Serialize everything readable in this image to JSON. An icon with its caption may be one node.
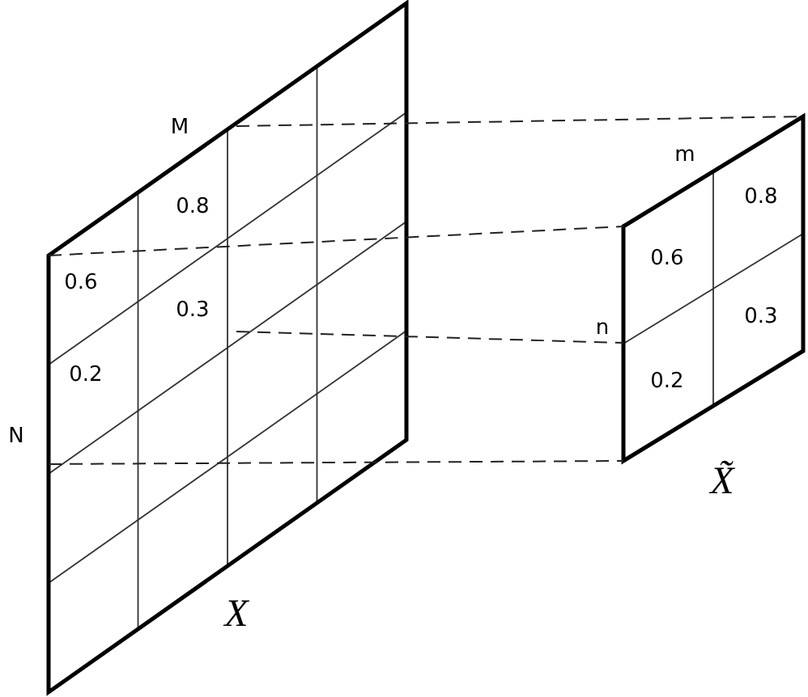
{
  "diagram": {
    "labels": [
      "M",
      "0.8",
      "0.6",
      "0.3",
      "0.2",
      "N",
      "X",
      "m",
      "0.8",
      "0.6",
      "n",
      "0.3",
      "0.2",
      "X̃"
    ]
  }
}
